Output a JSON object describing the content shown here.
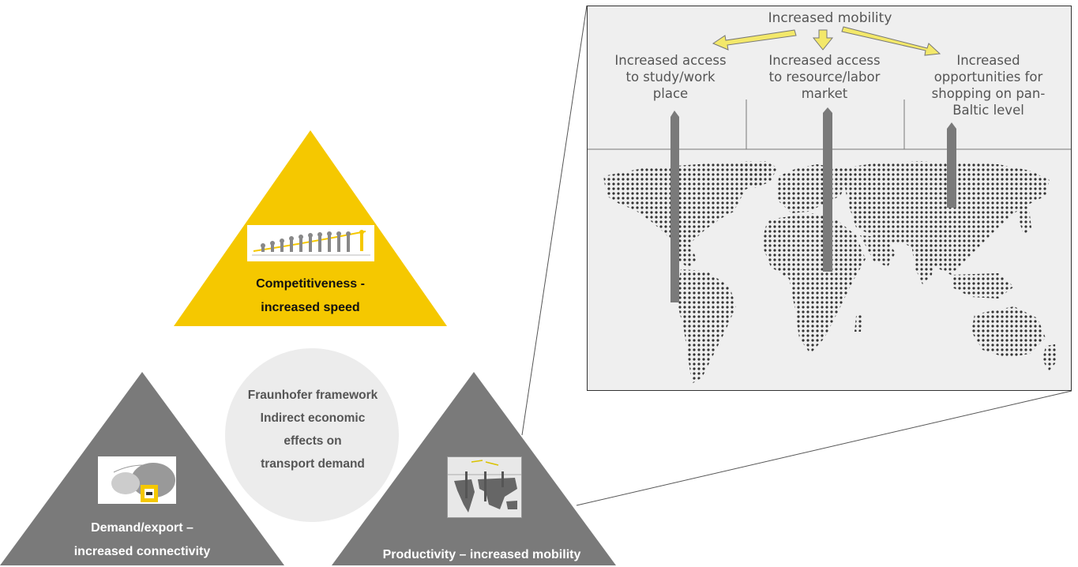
{
  "framework": {
    "title_line1": "Fraunhofer framework",
    "title_line2": "Indirect economic",
    "title_line3": "effects on",
    "title_line4": "transport demand"
  },
  "triangles": {
    "competitiveness": {
      "line1": "Competitiveness -",
      "line2": "increased speed",
      "color": "#f5c800",
      "icon": "evolution-runner-thumbnail"
    },
    "demand": {
      "line1": "Demand/export –",
      "line2": "increased connectivity",
      "color": "#7a7a7a",
      "icon": "connectivity-map-thumbnail"
    },
    "productivity": {
      "line1": "Productivity – increased mobility",
      "color": "#7a7a7a",
      "icon": "mobility-map-thumbnail"
    }
  },
  "mobility_diagram": {
    "title": "Increased mobility",
    "columns": [
      {
        "line1": "Increased access",
        "line2": "to study/work",
        "line3": "place"
      },
      {
        "line1": "Increased access",
        "line2": "to resource/labor",
        "line3": "market"
      },
      {
        "line1": "Increased",
        "line2": "opportunities for",
        "line3": "shopping on pan-",
        "line4": "Baltic level"
      }
    ],
    "arrow_color": "#f3e86a",
    "map": "dotted-world-map"
  },
  "colors": {
    "yellow": "#f5c800",
    "gray": "#7a7a7a",
    "circle": "#ececec",
    "panel": "#efefef"
  }
}
